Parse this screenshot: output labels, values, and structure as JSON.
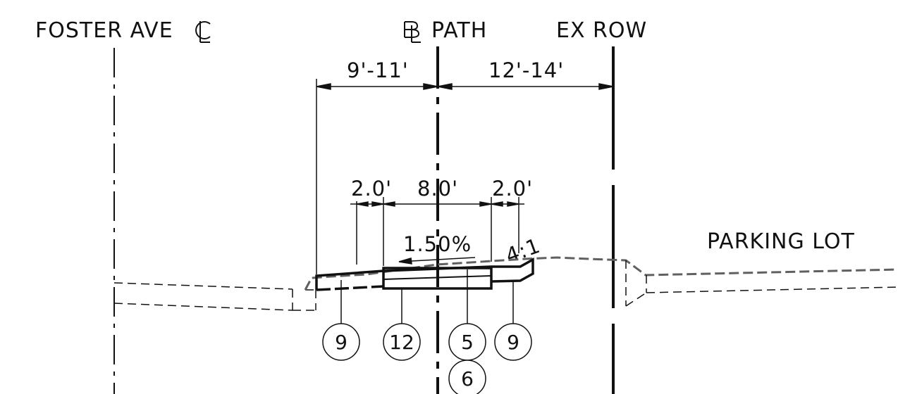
{
  "headers": {
    "foster_ave": "FOSTER AVE",
    "path_center": "PATH",
    "ex_row": "EX ROW",
    "parking_lot": "PARKING LOT"
  },
  "dimensions": {
    "left_offset": "9'-11'",
    "right_offset": "12'-14'",
    "shoulder_left": "2.0'",
    "path_width": "8.0'",
    "shoulder_right": "2.0'",
    "cross_slope": "1.50%",
    "side_slope": "4:1"
  },
  "callouts": [
    "9",
    "12",
    "5",
    "9",
    "6"
  ],
  "colors": {
    "ink": "#111111",
    "existing_ground": "#606060"
  }
}
